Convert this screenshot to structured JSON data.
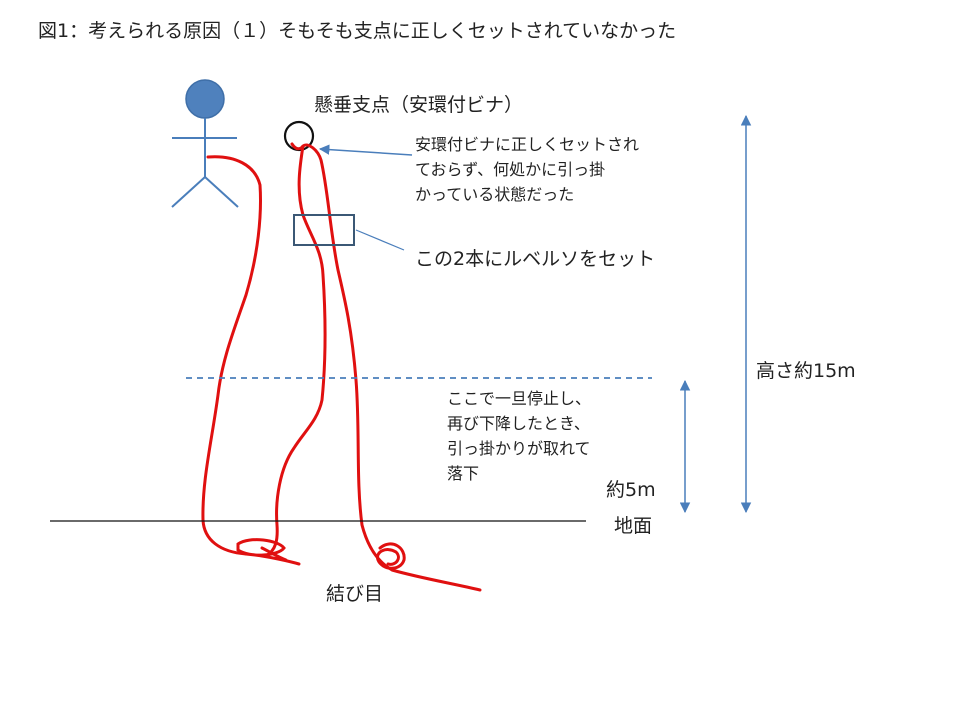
{
  "title": "図1：考えられる原因（１）そもそも支点に正しくセットされていなかった",
  "labels": {
    "anchor": "懸垂支点（安環付ビナ）",
    "not_set": "安環付ビナに正しくセットされ\nておらず、何処かに引っ掛\nかっている状態だった",
    "rebelso": "この2本にルベルソをセット",
    "stop_fall": "ここで一旦停止し、\n再び下降したとき、\n引っ掛かりが取れて\n落下",
    "height_total": "高さ約15m",
    "height_5m": "約5m",
    "ground": "地面",
    "knot": "結び目"
  },
  "colors": {
    "rope": "#e01010",
    "arrow": "#4a7ebb",
    "box": "#3b5875",
    "person_head": "#4f81bd",
    "person_body": "#4a7ebb",
    "ground_line": "#111111",
    "dashed_line": "#4a7ebb"
  }
}
